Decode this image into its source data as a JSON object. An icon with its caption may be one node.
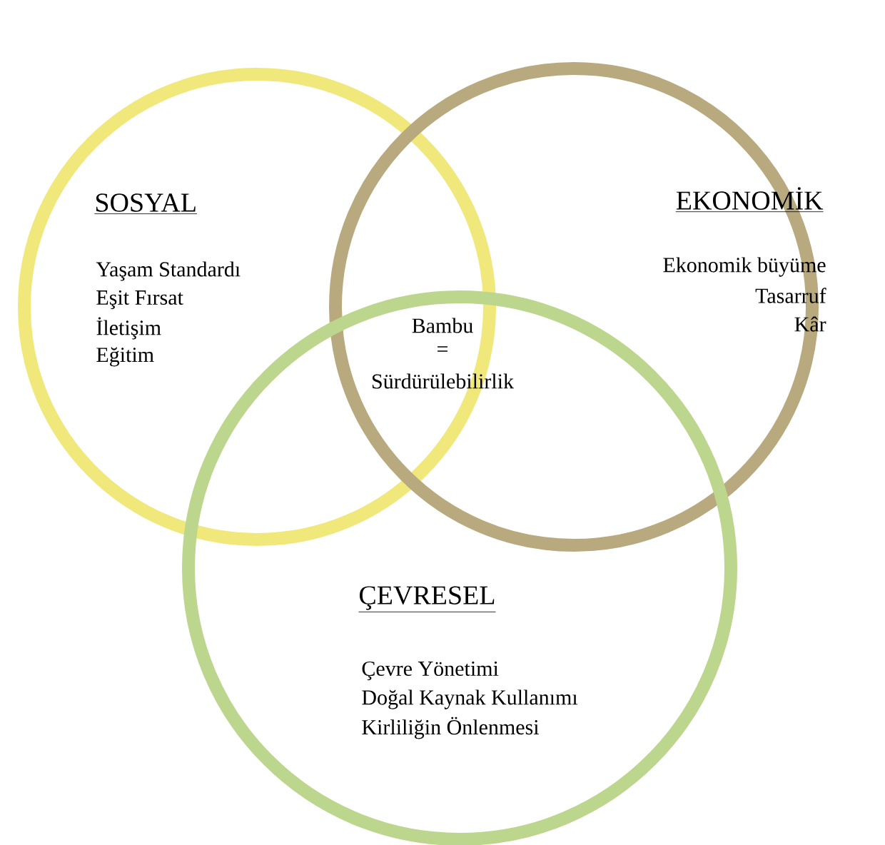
{
  "diagram": {
    "nodes": [
      {
        "text": [
          "SOSYAL",
          "Yaşam Standardı",
          "Eşit Fırsat",
          "İletişim",
          "Eğitim"
        ]
      },
      {
        "text": [
          "EKONOMİK",
          "Ekonomik büyüme",
          "Tasarruf",
          "Kâr"
        ]
      },
      {
        "text": [
          "ÇEVRESEL",
          "Çevre Yönetimi",
          "Doğal Kaynak Kullanımı",
          "Kirliliğin Önlenmesi"
        ]
      }
    ],
    "labels": [
      "Bambu",
      "=",
      "Sürdürülebilirlik"
    ]
  }
}
